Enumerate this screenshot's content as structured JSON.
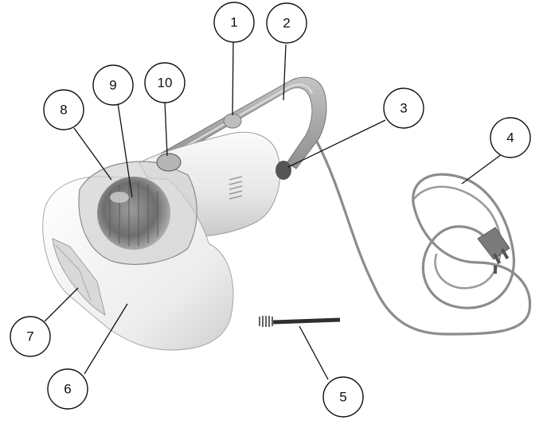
{
  "figure": {
    "subject": "handheld vacuum cleaner with parts callouts",
    "colors": {
      "line": "#111111",
      "background": "#ffffff",
      "body": "#e9e9e9",
      "shadow": "#9a9a9a"
    }
  },
  "callouts": [
    {
      "id": "1",
      "label": "1"
    },
    {
      "id": "2",
      "label": "2"
    },
    {
      "id": "3",
      "label": "3"
    },
    {
      "id": "4",
      "label": "4"
    },
    {
      "id": "5",
      "label": "5"
    },
    {
      "id": "6",
      "label": "6"
    },
    {
      "id": "7",
      "label": "7"
    },
    {
      "id": "8",
      "label": "8"
    },
    {
      "id": "9",
      "label": "9"
    },
    {
      "id": "10",
      "label": "10"
    }
  ]
}
